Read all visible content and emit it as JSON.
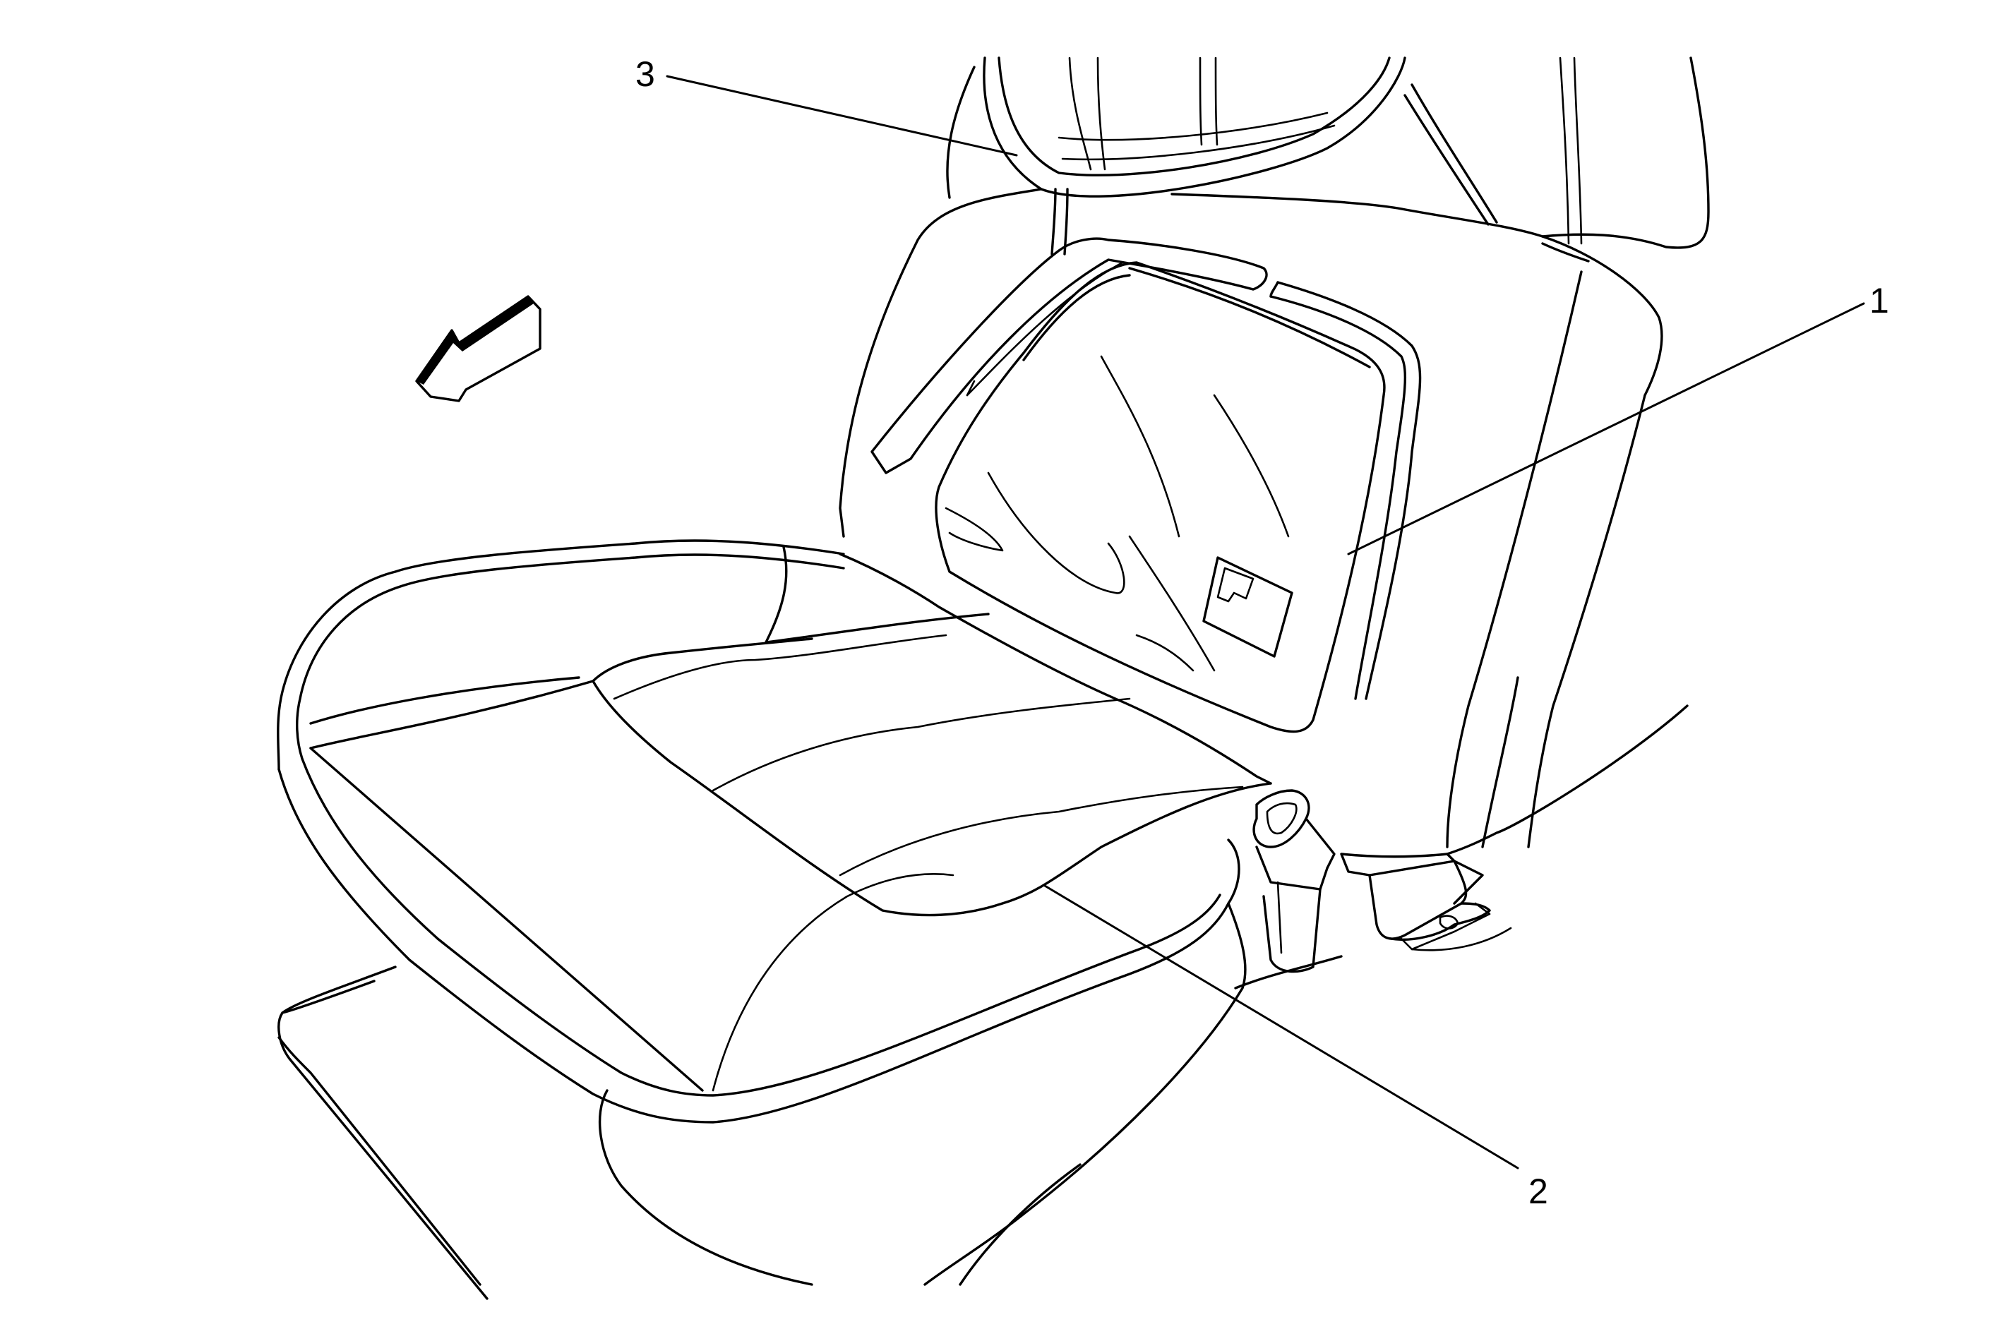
{
  "callouts": [
    {
      "id": "1",
      "label": "1"
    },
    {
      "id": "2",
      "label": "2"
    },
    {
      "id": "3",
      "label": "3"
    }
  ],
  "icons": {
    "direction_arrow": "forward-arrow-icon"
  },
  "colors": {
    "line": "#000000",
    "background": "#ffffff"
  }
}
